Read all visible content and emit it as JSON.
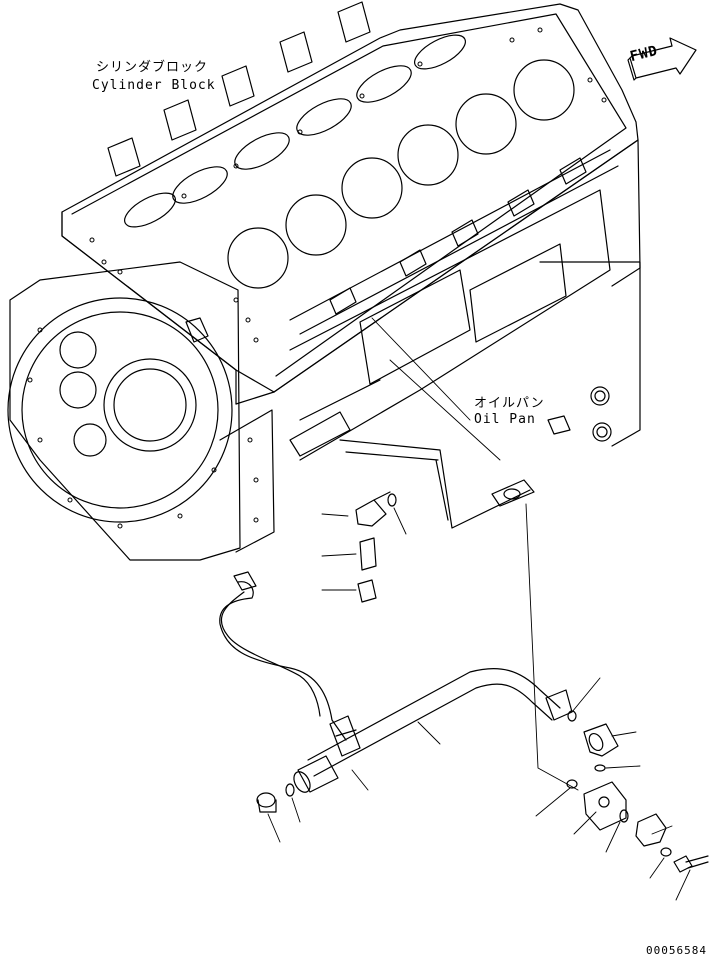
{
  "labels": {
    "cylinder_block_jp": "シリンダブロック",
    "cylinder_block_en": "Cylinder Block",
    "oil_pan_jp": "オイルパン",
    "oil_pan_en": "Oil Pan",
    "forward_arrow": "FWD",
    "drawing_number": "00056584"
  },
  "colors": {
    "ink": "#000000",
    "paper": "#ffffff"
  }
}
